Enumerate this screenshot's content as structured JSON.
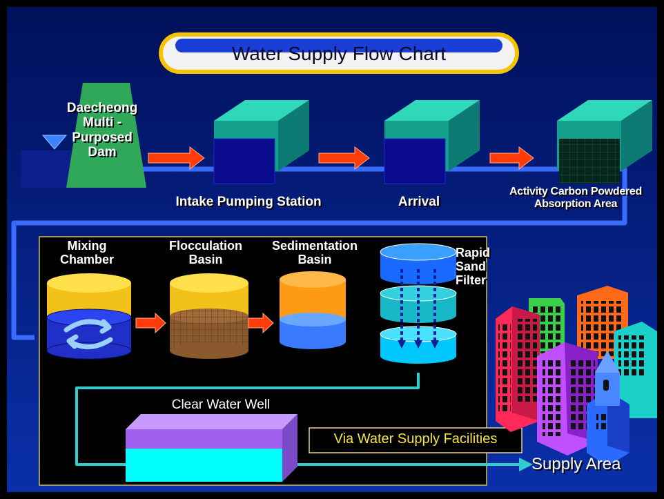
{
  "title": "Water Supply Flow Chart",
  "stages": {
    "dam": "Daecheong Multi-Purposed Dam",
    "intake": "Intake Pumping Station",
    "arrival": "Arrival",
    "carbon": "Activity Carbon Powdered Absorption Area",
    "mixing": "Mixing Chamber",
    "flocculation": "Flocculation Basin",
    "sedimentation": "Sedimentation Basin",
    "filter": "Rapid Sand Filter",
    "clear_well": "Clear Water Well",
    "via": "Via Water Supply Facilities",
    "supply": "Supply Area"
  },
  "colors": {
    "background_top": "#00105a",
    "background_bottom": "#0a2fa8",
    "pipe": "#3a6bff",
    "clean_pipe": "#33cccc",
    "arrow": "#ff3b0a",
    "title_frame": "#f5c400",
    "via_text": "#f5e642"
  },
  "icons": [
    "water-level-icon",
    "city-buildings-icon"
  ]
}
